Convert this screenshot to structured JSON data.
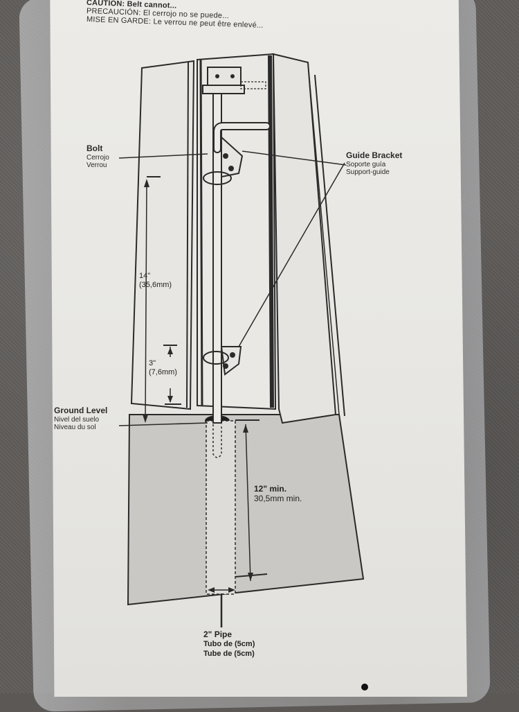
{
  "header": {
    "caution_en": "CAUTION: Belt cannot...",
    "caution_es": "PRECAUCIÓN: El cerrojo no se puede...",
    "caution_fr": "MISE EN GARDE: Le verrou ne peut être enlevé..."
  },
  "labels": {
    "bolt": {
      "en": "Bolt",
      "es": "Cerrojo",
      "fr": "Verrou"
    },
    "guide_bracket": {
      "en": "Guide Bracket",
      "es": "Soporte guía",
      "fr": "Support-guide"
    },
    "ground_level": {
      "en": "Ground Level",
      "es": "Nivel del suelo",
      "fr": "Niveau du sol"
    }
  },
  "dimensions": {
    "height_upper": {
      "imperial": "14\"",
      "metric": "(35,6mm)"
    },
    "height_lower": {
      "imperial": "3\"",
      "metric": "(7,6mm)"
    },
    "depth": {
      "imperial": "12\" min.",
      "metric": "30,5mm min."
    }
  },
  "pipe": {
    "size": "2\" Pipe",
    "es": "Tubo de (5cm)",
    "fr": "Tube de (5cm)"
  },
  "colors": {
    "paper": "#ecebe7",
    "ground": "#c9c8c4",
    "ink": "#2a2a2a",
    "carpet": "#5f5c5a"
  }
}
